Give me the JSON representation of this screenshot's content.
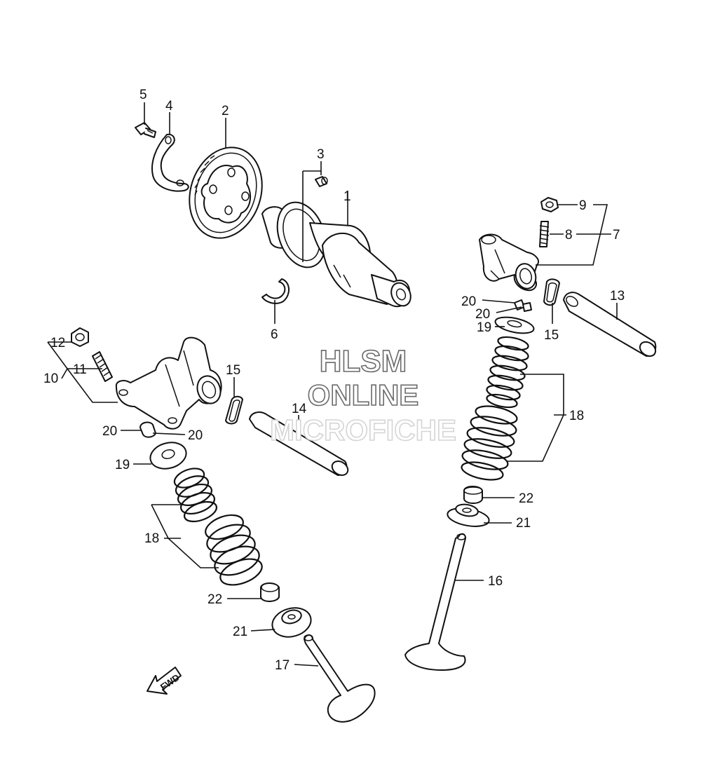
{
  "labels": {
    "p1": "1",
    "p2": "2",
    "p3": "3",
    "p4": "4",
    "p5": "5",
    "p6": "6",
    "p7": "7",
    "p8": "8",
    "p9": "9",
    "p10": "10",
    "p11": "11",
    "p12": "12",
    "p13": "13",
    "p14": "14",
    "p15a": "15",
    "p15b": "15",
    "p16": "16",
    "p17": "17",
    "p18a": "18",
    "p18b": "18",
    "p19a": "19",
    "p19b": "19",
    "p20a": "20",
    "p20b": "20",
    "p20c": "20",
    "p20d": "20",
    "p21a": "21",
    "p21b": "21",
    "p22a": "22",
    "p22b": "22"
  },
  "watermark": {
    "line1": "HLSM",
    "line2": "ONLINE",
    "line3": "MICROFICHE"
  },
  "fwd_label": "FWD"
}
